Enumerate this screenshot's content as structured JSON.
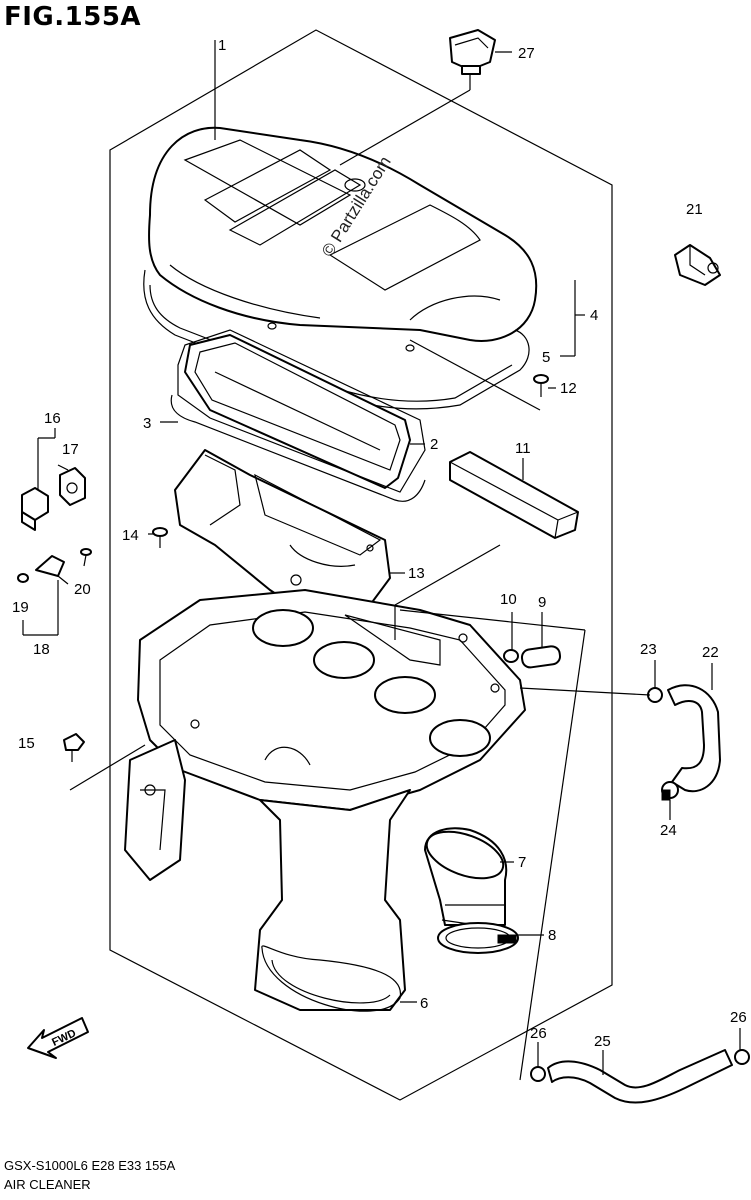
{
  "figure": {
    "title": "FIG.155A",
    "watermark": "© Partzilla.com",
    "footer_model": "GSX-S1000L6  E28  E33  155A",
    "footer_name": "AIR CLEANER",
    "fwd_label": "FWD"
  },
  "callouts": [
    {
      "id": "c1",
      "label": "1"
    },
    {
      "id": "c2",
      "label": "2"
    },
    {
      "id": "c3",
      "label": "3"
    },
    {
      "id": "c4",
      "label": "4"
    },
    {
      "id": "c5",
      "label": "5"
    },
    {
      "id": "c6",
      "label": "6"
    },
    {
      "id": "c7",
      "label": "7"
    },
    {
      "id": "c8",
      "label": "8"
    },
    {
      "id": "c9",
      "label": "9"
    },
    {
      "id": "c10",
      "label": "10"
    },
    {
      "id": "c11",
      "label": "11"
    },
    {
      "id": "c12",
      "label": "12"
    },
    {
      "id": "c13",
      "label": "13"
    },
    {
      "id": "c14",
      "label": "14"
    },
    {
      "id": "c15",
      "label": "15"
    },
    {
      "id": "c16",
      "label": "16"
    },
    {
      "id": "c17",
      "label": "17"
    },
    {
      "id": "c18",
      "label": "18"
    },
    {
      "id": "c19",
      "label": "19"
    },
    {
      "id": "c20",
      "label": "20"
    },
    {
      "id": "c21",
      "label": "21"
    },
    {
      "id": "c22",
      "label": "22"
    },
    {
      "id": "c23",
      "label": "23"
    },
    {
      "id": "c24",
      "label": "24"
    },
    {
      "id": "c25",
      "label": "25"
    },
    {
      "id": "c26a",
      "label": "26"
    },
    {
      "id": "c26b",
      "label": "26"
    },
    {
      "id": "c27",
      "label": "27"
    }
  ]
}
